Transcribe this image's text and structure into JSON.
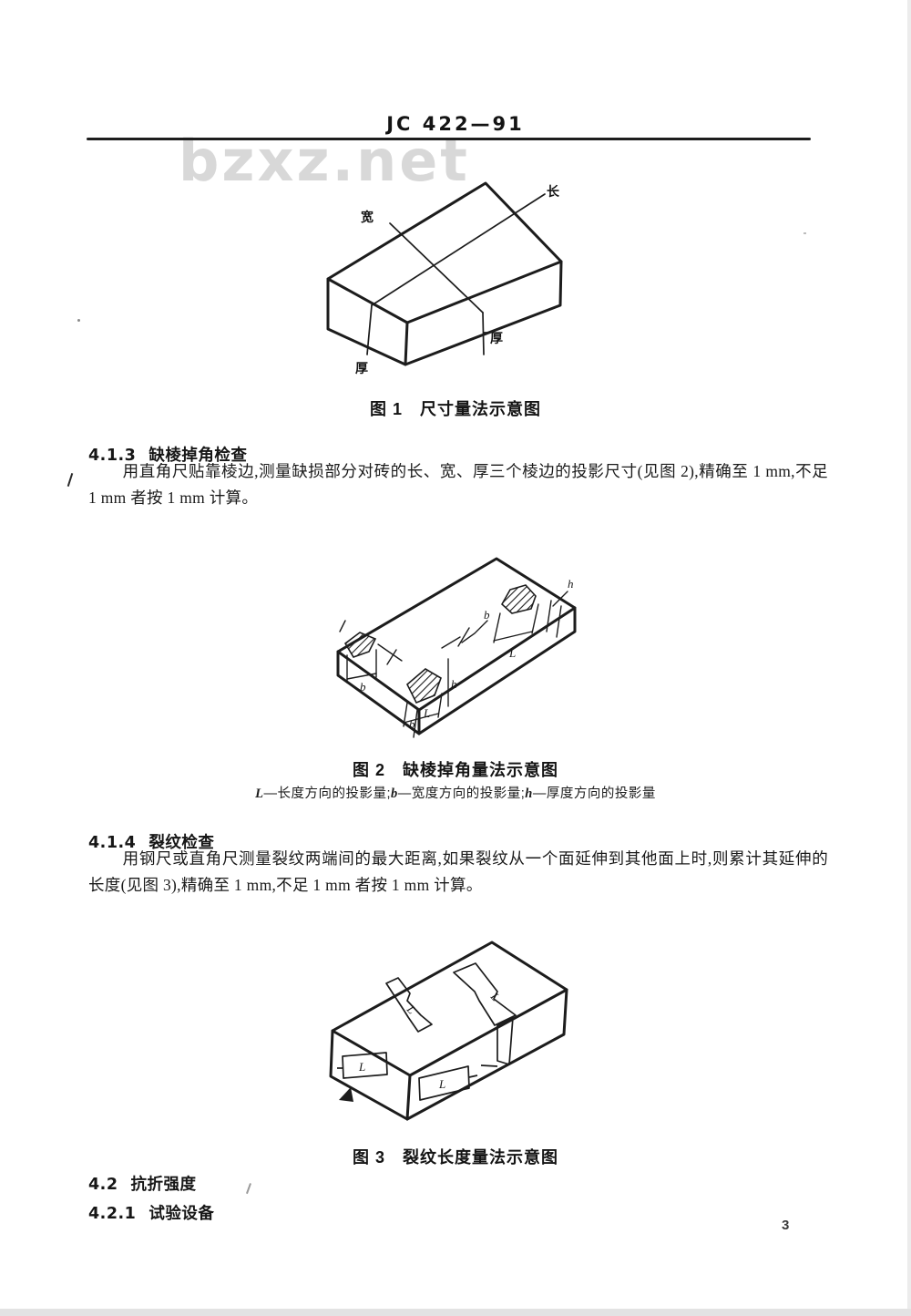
{
  "header": {
    "doc_code": "JC 422—91"
  },
  "watermark": "bzxz.net",
  "figure1": {
    "caption": "图 1　尺寸量法示意图",
    "labels": {
      "length": "长",
      "width": "宽",
      "thickness": "厚"
    }
  },
  "figure2": {
    "caption": "图 2　缺棱掉角量法示意图",
    "legend": {
      "l_sym": "L",
      "l_text": "—长度方向的投影量;",
      "b_sym": "b",
      "b_text": "—宽度方向的投影量;",
      "h_sym": "h",
      "h_text": "—厚度方向的投影量"
    },
    "labels": {
      "l": "L",
      "b": "b",
      "h": "h"
    }
  },
  "figure3": {
    "caption": "图 3　裂纹长度量法示意图",
    "labels": {
      "l": "L"
    }
  },
  "sections": {
    "s413": {
      "num": "4.1.3",
      "title": "缺棱掉角检查",
      "body": "用直角尺贴靠棱边,测量缺损部分对砖的长、宽、厚三个棱边的投影尺寸(见图 2),精确至 1 mm,不足 1 mm 者按 1 mm 计算。"
    },
    "s414": {
      "num": "4.1.4",
      "title": "裂纹检查",
      "body": "用钢尺或直角尺测量裂纹两端间的最大距离,如果裂纹从一个面延伸到其他面上时,则累计其延伸的长度(见图 3),精确至 1 mm,不足 1 mm 者按 1 mm 计算。"
    },
    "s42": {
      "num": "4.2",
      "title": "抗折强度"
    },
    "s421": {
      "num": "4.2.1",
      "title": "试验设备"
    }
  },
  "page": {
    "number": "3"
  }
}
